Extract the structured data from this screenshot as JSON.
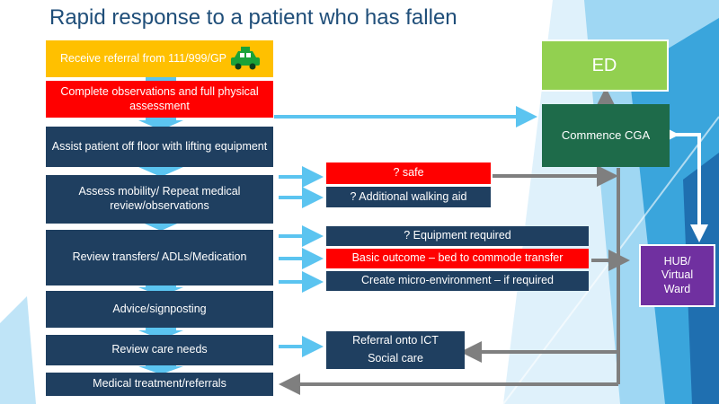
{
  "title": "Rapid response to a patient who has fallen",
  "steps": {
    "referral": "Receive referral from 111/999/GP",
    "observations": "Complete observations and full physical assessment",
    "assist": "Assist patient off floor with lifting equipment",
    "mobility": "Assess mobility/ Repeat medical review/observations",
    "transfers": "Review transfers/ ADLs/Medication",
    "advice": "Advice/signposting",
    "care": "Review care needs",
    "treatment": "Medical treatment/referrals"
  },
  "outcomes": {
    "safe": "? safe",
    "walking_aid": "? Additional walking aid",
    "equipment": "? Equipment required",
    "basic_outcome": "Basic outcome – bed to commode transfer",
    "micro_env": "Create micro-environment – if required",
    "referral_ict": "Referral onto ICT",
    "social_care": "Social care"
  },
  "destinations": {
    "ed": "ED",
    "cga": "Commence CGA",
    "hub": "HUB/ Virtual Ward"
  },
  "icons": {
    "vehicle": "taxi-icon"
  },
  "colors": {
    "title": "#1f4e79",
    "navy": "#1f3f60",
    "red": "#ff0000",
    "amber": "#ffc000",
    "ed_green": "#92d050",
    "cga_green": "#1e6b4a",
    "purple": "#7030a0",
    "light_arrow": "#5bc4f0",
    "grey_arrow": "#7f7f7f"
  }
}
